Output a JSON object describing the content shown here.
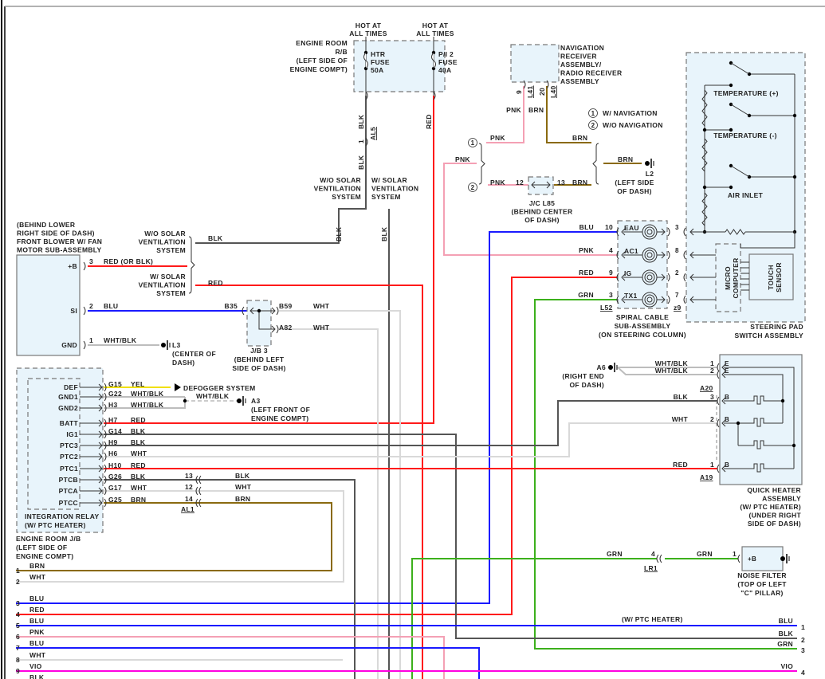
{
  "diagram": {
    "title": "Heater / Blower / Steering Pad Wiring Diagram",
    "colors": {
      "RED": "#ff1a1a",
      "BLK": "#555555",
      "WHT": "#d9d9d9",
      "BLU": "#1a1aff",
      "GRN": "#3cb01c",
      "PNK": "#f4a0b4",
      "BRN": "#8a6a10",
      "YEL": "#f0e000",
      "VIO": "#ff00e0",
      "WHTBLK": "#bdbdbd"
    },
    "power": {
      "hot1": "HOT AT",
      "hot1b": "ALL TIMES",
      "hot2": "HOT AT",
      "hot2b": "ALL TIMES",
      "rb_label": [
        "ENGINE ROOM",
        "R/B",
        "(LEFT SIDE OF",
        "ENGINE COMPT)"
      ],
      "fuse1": [
        "HTR",
        "FUSE",
        "50A"
      ],
      "fuse2": [
        "P/I 2",
        "FUSE",
        "40A"
      ],
      "wire1_top": "BLK",
      "wire1_bottom": "BLK",
      "wire2": "RED",
      "conn_pin": "1",
      "conn_id": "AL5",
      "wo_solar": [
        "W/O SOLAR",
        "VENTILATION",
        "SYSTEM"
      ],
      "w_solar": [
        "W/ SOLAR",
        "VENTILATION",
        "SYSTEM"
      ],
      "drop1": "BLK",
      "drop2": "BLK"
    },
    "navigation": {
      "label": [
        "NAVIGATION",
        "RECEIVER",
        "ASSEMBLY/",
        "RADIO RECEIVER",
        "ASSEMBLY"
      ],
      "pin1": "9",
      "conn1": "L41",
      "pin2": "20",
      "conn2": "L40",
      "wire_pnk": "PNK",
      "wire_brn": "BRN",
      "legend1_num": "1",
      "legend1": "W/ NAVIGATION",
      "legend2_num": "2",
      "legend2": "W/O NAVIGATION",
      "opt1_pnk": "PNK",
      "opt1_brn": "BRN",
      "opt2_pnk": "PNK",
      "opt2_pin_in": "12",
      "opt2_pin_out": "13",
      "opt2_brn": "BRN",
      "left_pnk": "PNK",
      "ground_wire": "BRN",
      "ground_id": "L2",
      "ground_loc": [
        "(LEFT SIDE",
        "OF DASH)"
      ],
      "jc_label": [
        "J/C L85",
        "(BEHIND CENTER",
        "OF DASH)"
      ]
    },
    "steering_pad": {
      "label": [
        "STEERING PAD",
        "SWITCH ASSEMBLY"
      ],
      "switches": [
        "TEMPERATURE (+)",
        "TEMPERATURE (-)",
        "AIR INLET"
      ],
      "micro": [
        "MICRO",
        "COMPUTER"
      ],
      "touch": [
        "TOUCH",
        "SENSOR"
      ],
      "pins": [
        "3",
        "8",
        "2",
        "7"
      ],
      "conn": "z9"
    },
    "spiral_cable": {
      "label": [
        "SPIRAL CABLE",
        "SUB-ASSEMBLY",
        "(ON STEERING COLUMN)"
      ],
      "conn_left": "L52",
      "rows": [
        {
          "wire": "BLU",
          "pin": "10",
          "term": "EAU"
        },
        {
          "wire": "PNK",
          "pin": "4",
          "term": "AC1"
        },
        {
          "wire": "RED",
          "pin": "9",
          "term": "IG"
        },
        {
          "wire": "GRN",
          "pin": "3",
          "term": "TX1"
        }
      ]
    },
    "blower": {
      "label": [
        "(BEHIND LOWER",
        "RIGHT SIDE OF DASH)",
        "FRONT BLOWER W/ FAN",
        "MOTOR SUB-ASSEMBLY"
      ],
      "pins": [
        {
          "name": "+B",
          "pin": "3",
          "wire": "RED (OR BLK)"
        },
        {
          "name": "SI",
          "pin": "2",
          "wire": "BLU"
        },
        {
          "name": "GND",
          "pin": "1",
          "wire": "WHT/BLK"
        }
      ],
      "wo_solar": [
        "W/O SOLAR",
        "VENTILATION",
        "SYSTEM"
      ],
      "w_solar": [
        "W/ SOLAR",
        "VENTILATION",
        "SYSTEM"
      ],
      "wo_wire": "BLK",
      "w_wire": "RED",
      "ground_id": "L3",
      "ground_loc": [
        "(CENTER OF",
        "DASH)"
      ]
    },
    "jb3": {
      "in": "B35",
      "out1": "B59",
      "out2": "A82",
      "wire1": "WHT",
      "wire2": "WHT",
      "label": [
        "J/B 3",
        "(BEHIND LEFT",
        "SIDE OF DASH)"
      ]
    },
    "integration_relay": {
      "label": [
        "INTEGRATION RELAY",
        "(W/ PTC HEATER)"
      ],
      "pins": [
        {
          "name": "DEF",
          "conn": "G15",
          "wire": "YEL"
        },
        {
          "name": "GND1",
          "conn": "G22",
          "wire": "WHT/BLK"
        },
        {
          "name": "GND2",
          "conn": "H3",
          "wire": "WHT/BLK"
        },
        {
          "name": "BATT",
          "conn": "H7",
          "wire": "RED"
        },
        {
          "name": "IG1",
          "conn": "G14",
          "wire": "BLK"
        },
        {
          "name": "PTC3",
          "conn": "H9",
          "wire": "BLK"
        },
        {
          "name": "PTC2",
          "conn": "H6",
          "wire": "WHT"
        },
        {
          "name": "PTC1",
          "conn": "H10",
          "wire": "RED"
        },
        {
          "name": "PTCB",
          "conn": "G26",
          "wire": "BLK"
        },
        {
          "name": "PTCA",
          "conn": "G17",
          "wire": "WHT"
        },
        {
          "name": "PTCC",
          "conn": "G25",
          "wire": "BRN"
        }
      ],
      "defogger": "DEFOGGER SYSTEM",
      "ground_wire": "WHT/BLK",
      "ground_id": "A3",
      "ground_loc": [
        "(LEFT FRONT OF",
        "ENGINE COMPT)"
      ],
      "al1_pins": [
        "13",
        "12",
        "14"
      ],
      "al1_wires": [
        "BLK",
        "WHT",
        "BRN"
      ],
      "al1": "AL1"
    },
    "quick_heater": {
      "label": [
        "QUICK HEATER",
        "ASSEMBLY",
        "(W/ PTC HEATER)",
        "(UNDER RIGHT",
        "SIDE OF DASH)"
      ],
      "ground_id": "A6",
      "ground_loc": [
        "(RIGHT END",
        "OF DASH)"
      ],
      "rows": [
        {
          "wire": "WHT/BLK",
          "pin": "1",
          "term": "E"
        },
        {
          "wire": "WHT/BLK",
          "pin": "2",
          "term": "E"
        },
        {
          "wire": "BLK",
          "pin": "3",
          "term": "B"
        },
        {
          "wire": "WHT",
          "pin": "2",
          "term": "B"
        },
        {
          "wire": "RED",
          "pin": "1",
          "term": "B"
        }
      ],
      "conn_a20": "A20",
      "conn_a19": "A19"
    },
    "noise_filter": {
      "label": [
        "NOISE FILTER",
        "(TOP OF LEFT",
        "\"C\" PILLAR)"
      ],
      "term": "+B",
      "pin": "1",
      "wire_in": "GRN",
      "wire_out": "GRN",
      "lr_pin": "4",
      "lr": "LR1"
    },
    "engine_jb": {
      "label": [
        "ENGINE ROOM J/B",
        "(LEFT SIDE OF",
        "ENGINE COMPT)"
      ],
      "rows": [
        {
          "num": "1",
          "wire": "BRN"
        },
        {
          "num": "2",
          "wire": "WHT"
        },
        {
          "num": "3",
          "wire": "BLU"
        },
        {
          "num": "4",
          "wire": "RED"
        },
        {
          "num": "5",
          "wire": "BLU"
        },
        {
          "num": "6",
          "wire": "PNK"
        },
        {
          "num": "7",
          "wire": "BLU"
        },
        {
          "num": "8",
          "wire": "WHT"
        },
        {
          "num": "9",
          "wire": "VIO"
        },
        {
          "num": "",
          "wire": "BLK"
        }
      ]
    },
    "right_bus": {
      "note": "(W/ PTC HEATER)",
      "rows": [
        {
          "num": "1",
          "wire": "BLU"
        },
        {
          "num": "2",
          "wire": "BLK"
        },
        {
          "num": "3",
          "wire": "GRN"
        },
        {
          "num": "4",
          "wire": "VIO"
        }
      ]
    }
  }
}
